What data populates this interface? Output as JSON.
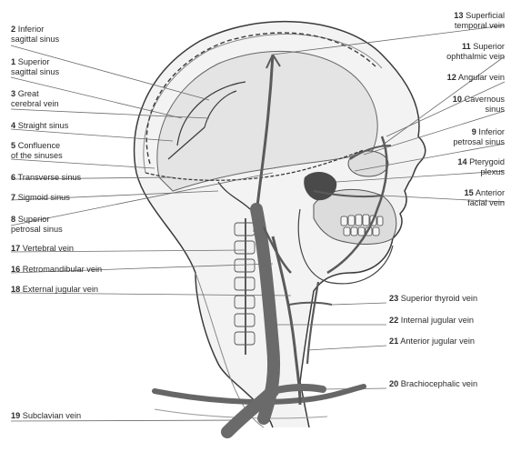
{
  "labels": {
    "l1": {
      "num": "1",
      "text": "Superior",
      "text2": "sagittal sinus"
    },
    "l2": {
      "num": "2",
      "text": "Inferior",
      "text2": "sagittal sinus"
    },
    "l3": {
      "num": "3",
      "text": "Great",
      "text2": "cerebral vein"
    },
    "l4": {
      "num": "4",
      "text": "Straight sinus"
    },
    "l5": {
      "num": "5",
      "text": "Confluence",
      "text2": "of the sinuses"
    },
    "l6": {
      "num": "6",
      "text": "Transverse sinus"
    },
    "l7": {
      "num": "7",
      "text": "Sigmoid sinus"
    },
    "l8": {
      "num": "8",
      "text": "Superior",
      "text2": "petrosal sinus"
    },
    "l9": {
      "num": "9",
      "text": "Inferior",
      "text2": "petrosal sinus"
    },
    "l10": {
      "num": "10",
      "text": "Cavernous",
      "text2": "sinus"
    },
    "l11": {
      "num": "11",
      "text": "Superior",
      "text2": "ophthalmic vein"
    },
    "l12": {
      "num": "12",
      "text": "Angular vein"
    },
    "l13": {
      "num": "13",
      "text": "Superficial",
      "text2": "temporal vein"
    },
    "l14": {
      "num": "14",
      "text": "Pterygoid",
      "text2": "plexus"
    },
    "l15": {
      "num": "15",
      "text": "Anterior",
      "text2": "facial vein"
    },
    "l16": {
      "num": "16",
      "text": "Retromandibular vein"
    },
    "l17": {
      "num": "17",
      "text": "Vertebral vein"
    },
    "l18": {
      "num": "18",
      "text": "External jugular vein"
    },
    "l19": {
      "num": "19",
      "text": "Subclavian vein"
    },
    "l20": {
      "num": "20",
      "text": "Brachiocephalic vein"
    },
    "l21": {
      "num": "21",
      "text": "Anterior jugular vein"
    },
    "l22": {
      "num": "22",
      "text": "Internal jugular vein"
    },
    "l23": {
      "num": "23",
      "text": "Superior thyroid vein"
    }
  },
  "colors": {
    "outline": "#3a3a3a",
    "vein": "#5a5a5a",
    "leader": "#6b6b6b",
    "fill": "#e9e9e9"
  }
}
